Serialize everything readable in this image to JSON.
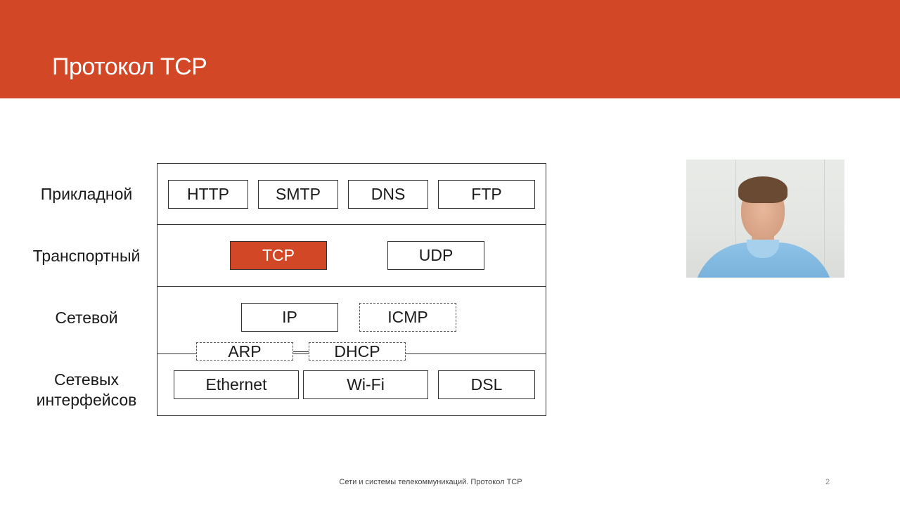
{
  "slide": {
    "title": "Протокол TCP",
    "footer": "Сети и системы телекоммуникаций. Протокол TCP",
    "page_number": "2",
    "accent_color": "#d24726"
  },
  "layers": {
    "application": "Прикладной",
    "transport": "Транспортный",
    "network": "Сетевой",
    "interface_line1": "Сетевых",
    "interface_line2": "интерфейсов"
  },
  "protocols": {
    "http": "HTTP",
    "smtp": "SMTP",
    "dns": "DNS",
    "ftp": "FTP",
    "tcp": "TCP",
    "udp": "UDP",
    "ip": "IP",
    "icmp": "ICMP",
    "arp": "ARP",
    "dhcp": "DHCP",
    "ethernet": "Ethernet",
    "wifi": "Wi-Fi",
    "dsl": "DSL"
  }
}
